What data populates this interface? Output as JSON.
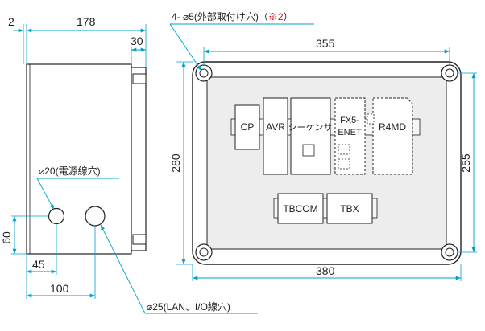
{
  "side_view": {
    "dim_top_offset": "2",
    "dim_depth": "178",
    "dim_lid": "30",
    "dim_hole_height": "60",
    "dim_hole1_x": "45",
    "dim_hole2_x": "100",
    "hole_small_label": "⌀20(電源線穴)",
    "hole_large_label": "⌀25(LAN、I/O線穴)"
  },
  "front_view": {
    "mount_hole_prefix": "4- ⌀5(外部取付け穴)（",
    "mount_hole_note": "※2",
    "mount_hole_suffix": "）",
    "dim_mount_width": "355",
    "dim_outer_width": "380",
    "dim_height": "280",
    "dim_mount_height": "255",
    "modules": {
      "cp": "CP",
      "avr": "AVR",
      "sequencer": "シーケンサ",
      "fx5_line1": "FX5-",
      "fx5_line2": "ENET",
      "r4md": "R4MD",
      "tbcom": "TBCOM",
      "tbx": "TBX"
    }
  },
  "colors": {
    "dimension_line": "#00a0c8",
    "outline": "#222222",
    "note_red": "#e60012",
    "panel_fill": "#ededed",
    "module_fill": "#ffffff"
  }
}
